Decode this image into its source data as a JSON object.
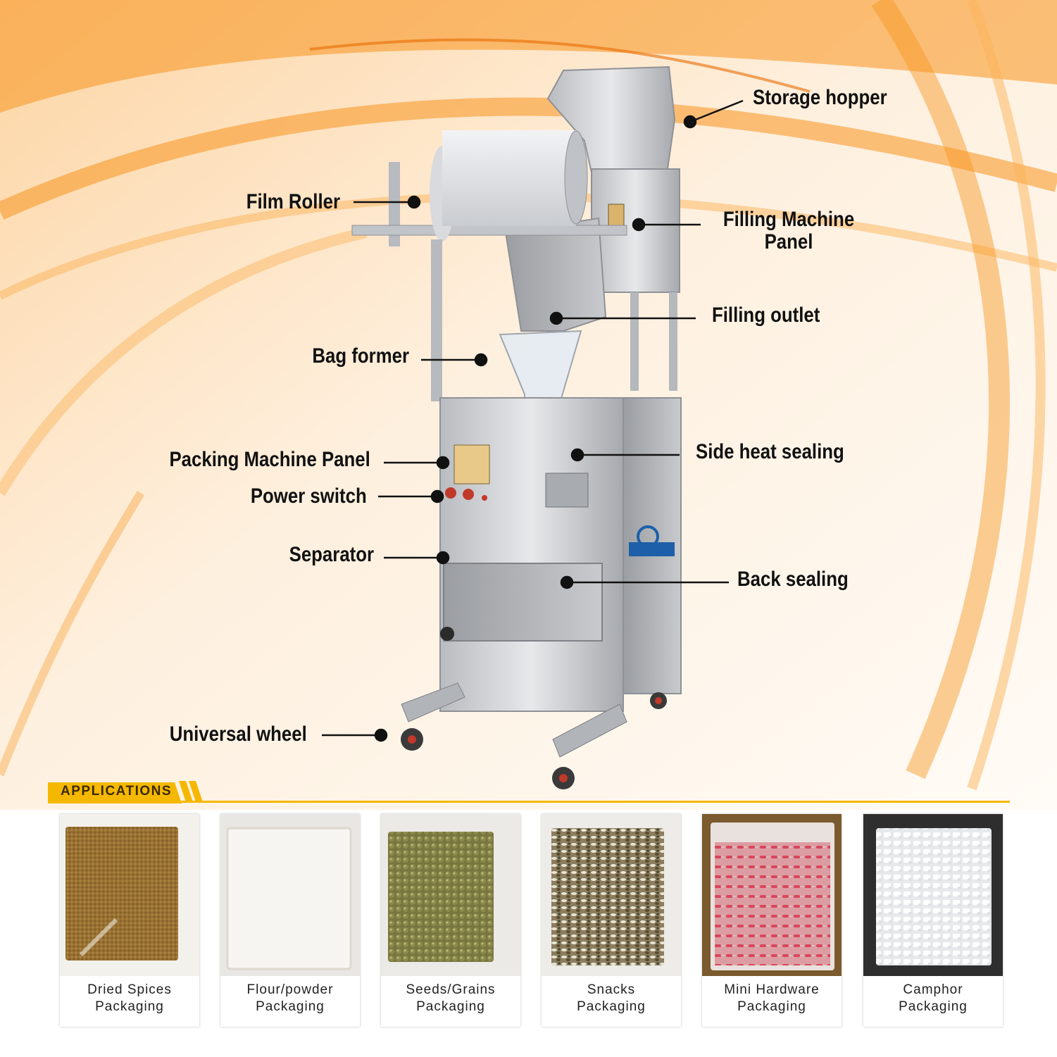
{
  "labels": {
    "storage_hopper": "Storage hopper",
    "film_roller": "Film Roller",
    "filling_panel_line1": "Filling Machine",
    "filling_panel_line2": "Panel",
    "filling_outlet": "Filling outlet",
    "bag_former": "Bag former",
    "side_heat_sealing": "Side heat sealing",
    "packing_panel": "Packing Machine Panel",
    "power_switch": "Power switch",
    "separator": "Separator",
    "back_sealing": "Back sealing",
    "universal_wheel": "Universal wheel"
  },
  "applications": {
    "title": "APPLICATIONS",
    "items": [
      {
        "line1": "Dried Spices",
        "line2": "Packaging"
      },
      {
        "line1": "Flour/powder",
        "line2": "Packaging"
      },
      {
        "line1": "Seeds/Grains",
        "line2": "Packaging"
      },
      {
        "line1": "Snacks",
        "line2": "Packaging"
      },
      {
        "line1": "Mini Hardware",
        "line2": "Packaging"
      },
      {
        "line1": "Camphor",
        "line2": "Packaging"
      }
    ]
  },
  "colors": {
    "accent_orange": "#f7941d",
    "header_yellow": "#f5b800",
    "leader_line": "#111111"
  }
}
